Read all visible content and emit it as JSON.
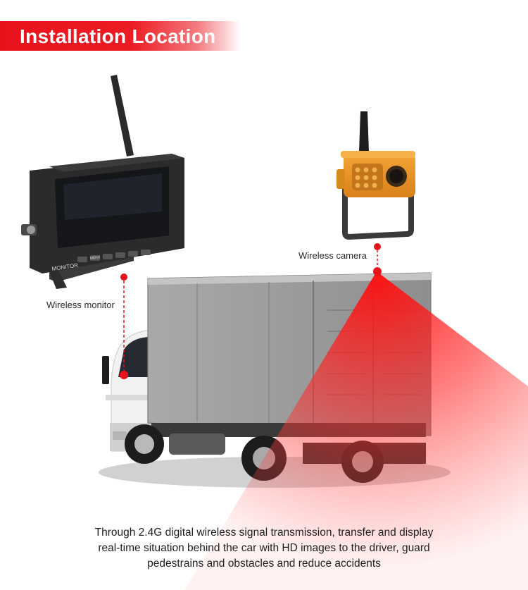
{
  "header": {
    "title": "Installation Location"
  },
  "labels": {
    "monitor": "Wireless monitor",
    "camera": "Wireless camera",
    "monitor_text": "MONITOR",
    "menu_text": "MENU"
  },
  "description": {
    "lines": [
      "Through 2.4G digital wireless signal transmission, transfer and display",
      "real-time situation behind the car with HD images to the driver, guard",
      "pedestrains and obstacles and reduce accidents"
    ]
  },
  "colors": {
    "accent": "#e8121c",
    "camera_body": "#e8931c",
    "monitor_body": "#2b2b2b",
    "truck_box": "#9a9a9a"
  }
}
